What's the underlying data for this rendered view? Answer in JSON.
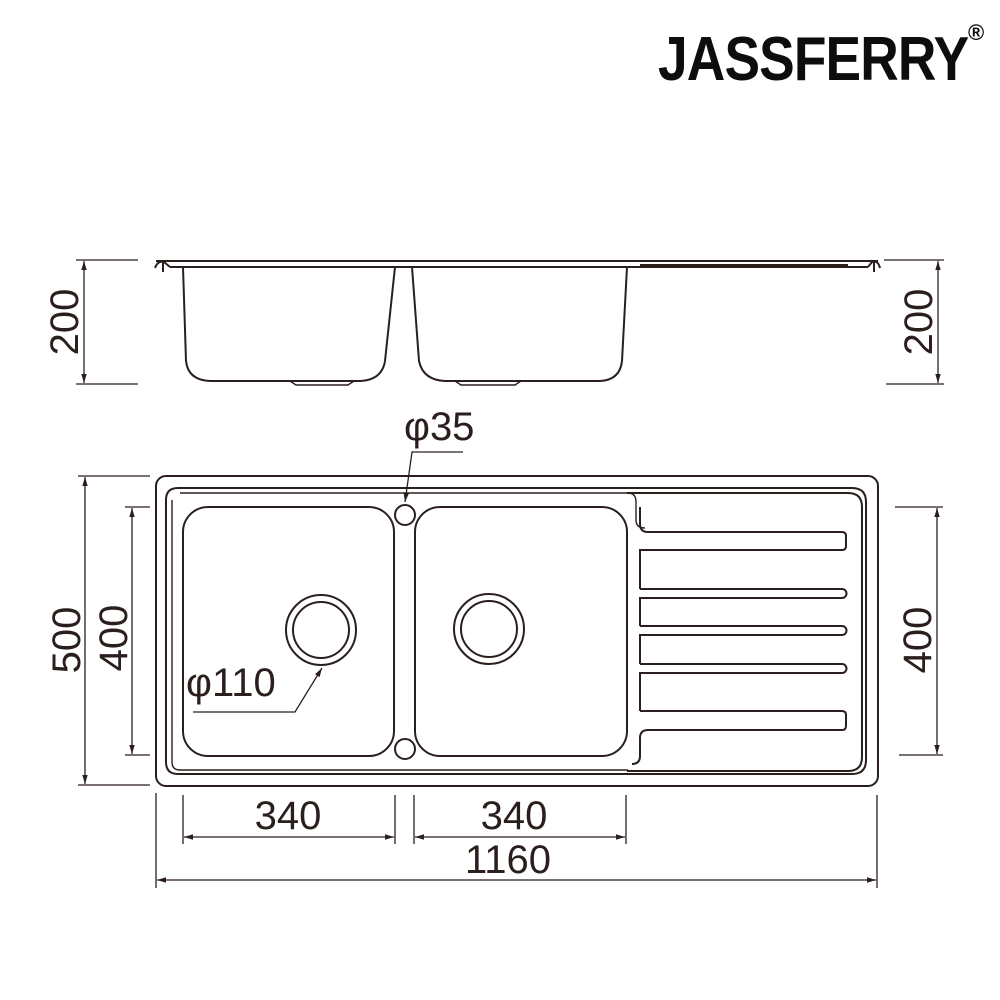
{
  "brand": {
    "name": "JASSFERRY",
    "registered_mark": "®"
  },
  "side_view": {
    "height_left_label": "200",
    "height_right_label": "200"
  },
  "top_view": {
    "overflow_hole_label": "φ35",
    "drain_hole_label": "φ110",
    "overall_depth_label": "500",
    "bowl_depth_left_label": "400",
    "bowl_depth_right_label": "400",
    "bowl1_width_label": "340",
    "bowl2_width_label": "340",
    "overall_width_label": "1160"
  },
  "colors": {
    "line": "#2a1f1d",
    "background": "#ffffff",
    "brand": "#0d0d0d"
  }
}
